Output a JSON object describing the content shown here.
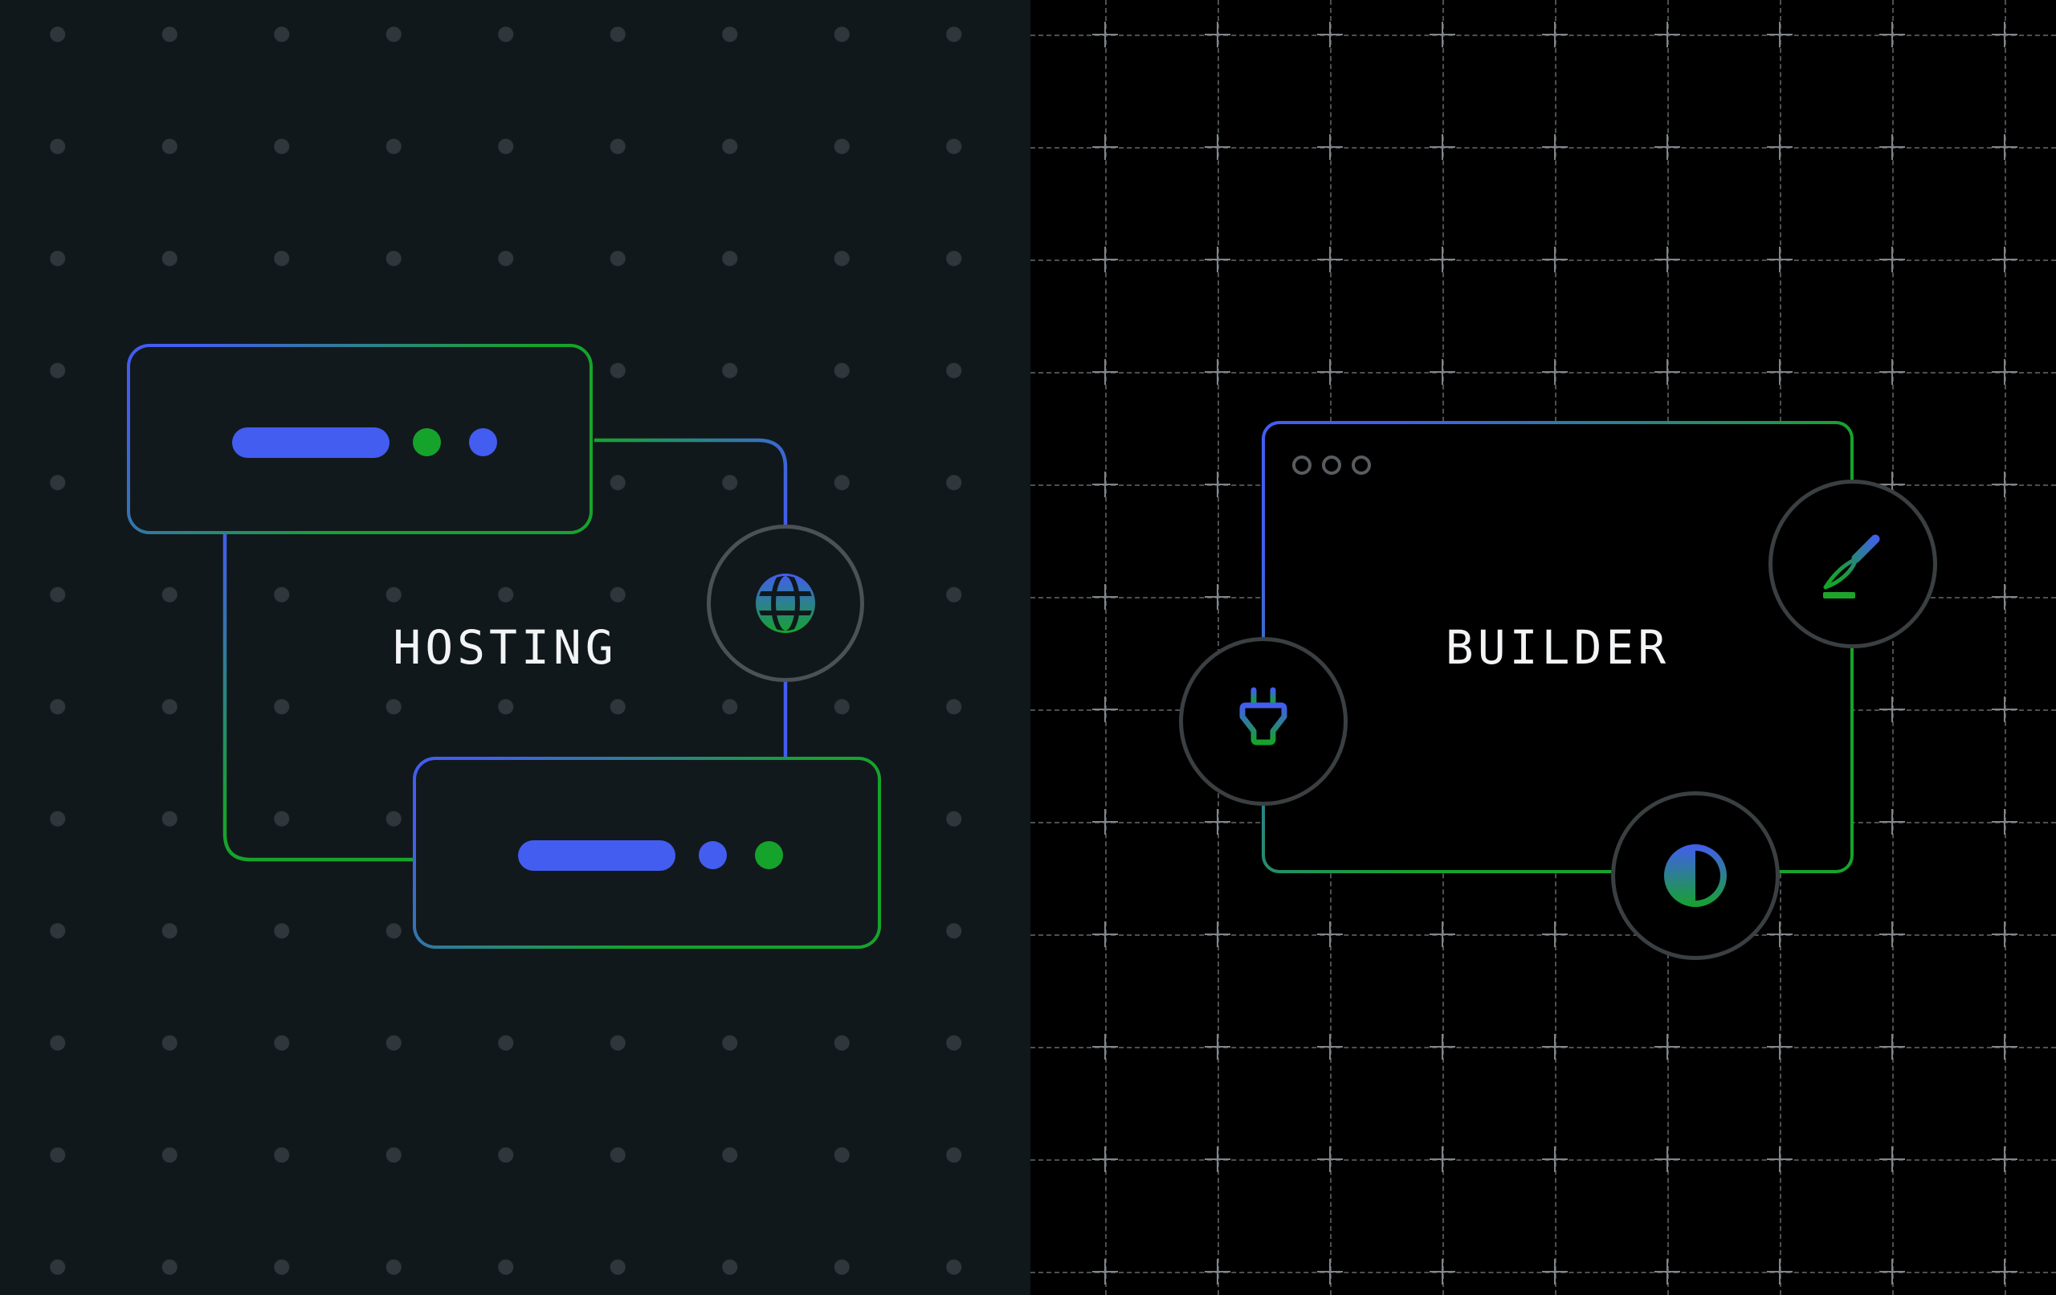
{
  "panels": {
    "hosting": {
      "label": "HOSTING",
      "icon": "globe",
      "cards": [
        {
          "bar": "blue",
          "dots": [
            "green",
            "blue"
          ]
        },
        {
          "bar": "blue",
          "dots": [
            "blue",
            "green"
          ]
        }
      ]
    },
    "builder": {
      "label": "BUILDER",
      "window_controls_count": "3",
      "badges": [
        "plug",
        "paint-brush",
        "contrast"
      ]
    }
  },
  "colors": {
    "accent_blue": "#435df0",
    "accent_green": "#16a32c",
    "left_background": "#11181b",
    "right_background": "#000000",
    "text": "#f2f4f6"
  }
}
